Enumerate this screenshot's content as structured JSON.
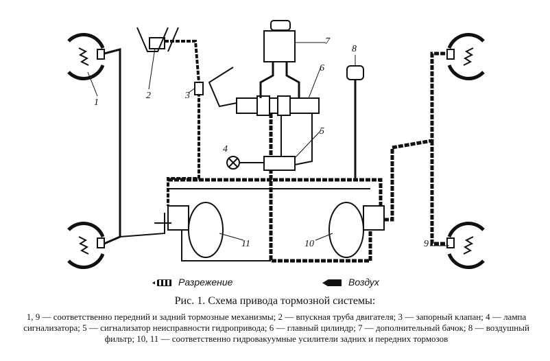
{
  "labels": {
    "n1": "1",
    "n2": "2",
    "n3": "3",
    "n4": "4",
    "n5": "5",
    "n6": "6",
    "n7": "7",
    "n8": "8",
    "n9": "9",
    "n10": "10",
    "n11": "11"
  },
  "legend": {
    "vacuum": "Разрежение",
    "air": "Воздух"
  },
  "caption": {
    "title": "Рис.    1. Схема привода тормозной системы:",
    "text": "1, 9 — соответственно передний и задний тормозные механизмы; 2 — впускная труба двигателя; 3 — запорный клапан; 4 — лампа сигнализатора; 5 — сигнализатор неисправности гидропривода; 6 — главный цилиндр; 7 — дополнительный бачок; 8 — воздушный фильтр; 10, 11 — соответственно гидровакуумные усилители задних и передних тормозов"
  }
}
